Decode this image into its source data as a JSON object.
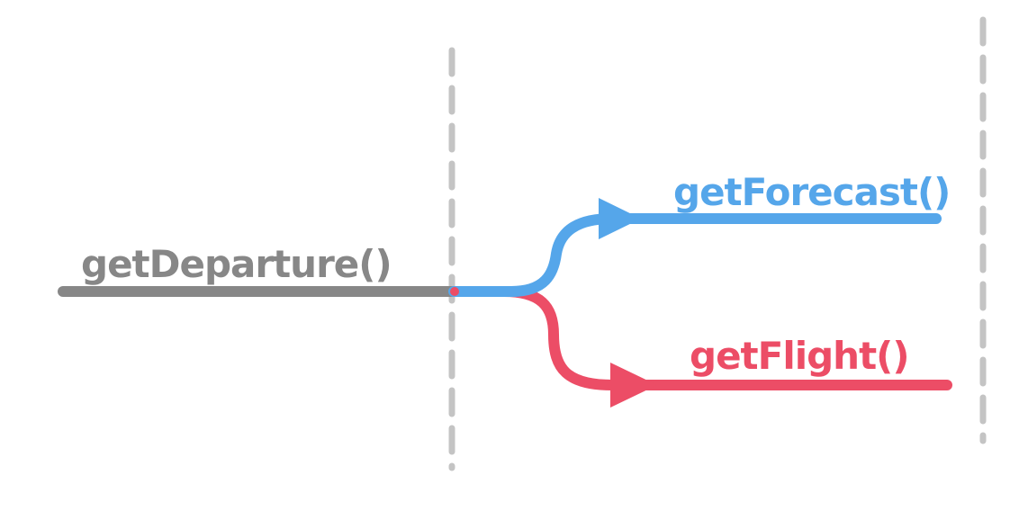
{
  "colors": {
    "gray": "#878787",
    "blue": "#55a6ea",
    "red": "#ec4d66",
    "divider": "#c4c4c4"
  },
  "labels": {
    "departure": "getDeparture()",
    "forecast": "getForecast()",
    "flight": "getFlight()"
  }
}
